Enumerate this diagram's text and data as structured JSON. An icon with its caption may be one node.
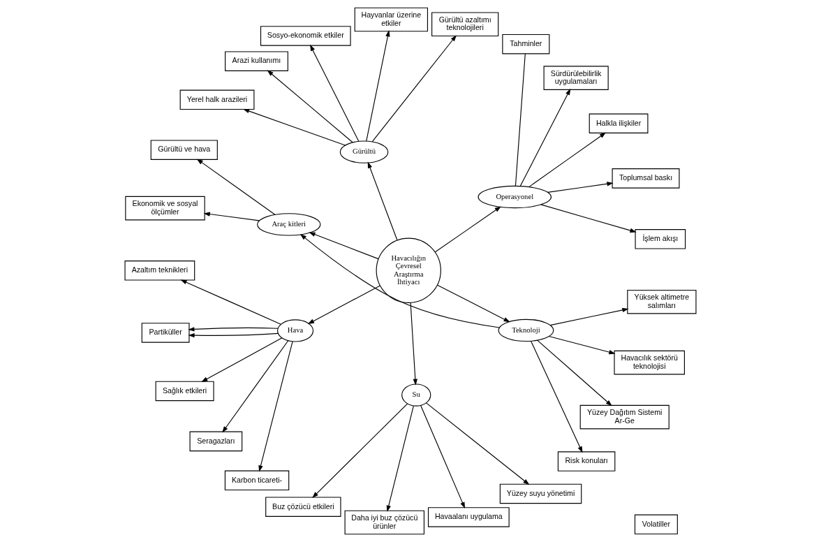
{
  "diagram": {
    "nodes": [
      {
        "text": [
          "Gürültü azaltımı teknolojileri"
        ]
      },
      {
        "text": [
          "İşlem akışı"
        ]
      },
      {
        "text": [
          "Hayvanlar üzerine etkiler"
        ]
      },
      {
        "text": [
          "Operasyonel"
        ]
      },
      {
        "text": [
          "Toplumsal baskı"
        ]
      },
      {
        "text": [
          "Sosyo-ekonomik etkiler"
        ]
      },
      {
        "text": [
          "Arazi kullanımı"
        ]
      },
      {
        "text": [
          "Halkla ilişkiler"
        ]
      },
      {
        "text": [
          "Yerel halk arazileri"
        ]
      },
      {
        "text": [
          "Havacılığın Çevresel Araştırma İhtiyacı"
        ]
      },
      {
        "text": [
          "Sürdürülebilirlik uygulamaları"
        ]
      },
      {
        "text": [
          "Gürültü"
        ]
      },
      {
        "text": [
          "Tahminler"
        ]
      },
      {
        "text": [
          "Araç kitleri"
        ]
      },
      {
        "text": [
          "Gürültü ve hava"
        ]
      },
      {
        "text": [
          "Azaltım teknikleri"
        ]
      },
      {
        "text": [
          "Hava"
        ]
      },
      {
        "text": [
          "Su"
        ]
      },
      {
        "text": [
          "Teknoloji"
        ]
      },
      {
        "text": [
          "Partiküller"
        ]
      },
      {
        "text": [
          "Ekonomik ve sosyal ölçümler"
        ]
      },
      {
        "text": [
          "Volatiller"
        ]
      },
      {
        "text": [
          "Risk konuları"
        ]
      },
      {
        "text": [
          "Sağlık etkileri"
        ]
      },
      {
        "text": [
          "Yüzey Dağıtım Sistemi Ar-Ge"
        ]
      },
      {
        "text": [
          "Buz çözücü etkileri"
        ]
      },
      {
        "text": [
          "Seragazları"
        ]
      },
      {
        "text": [
          "Daha iyi buz çözücü ürünler"
        ]
      },
      {
        "text": [
          "Havacılık sektörü teknolojisi"
        ]
      },
      {
        "text": [
          "Havaalanı uygulama"
        ]
      },
      {
        "text": [
          "Karbon ticareti-"
        ]
      },
      {
        "text": [
          "Yüksek altimetre salımları"
        ]
      },
      {
        "text": [
          "Yüzey suyu yönetimi"
        ]
      }
    ],
    "edges": [
      {
        "from": 9,
        "to": 11,
        "arrow": "to"
      },
      {
        "from": 9,
        "to": 3,
        "arrow": "to"
      },
      {
        "from": 9,
        "to": 13,
        "arrow": "to"
      },
      {
        "from": 9,
        "to": 18,
        "arrow": "to"
      },
      {
        "from": 9,
        "to": 17,
        "arrow": "to"
      },
      {
        "from": 9,
        "to": 16,
        "arrow": "to"
      },
      {
        "from": 11,
        "to": 8,
        "arrow": "to"
      },
      {
        "from": 11,
        "to": 6,
        "arrow": "to"
      },
      {
        "from": 11,
        "to": 2,
        "arrow": "to"
      },
      {
        "from": 11,
        "to": 5,
        "arrow": "to"
      },
      {
        "from": 11,
        "to": 0,
        "arrow": "to"
      },
      {
        "from": 3,
        "to": 1,
        "arrow": "to"
      },
      {
        "from": 3,
        "to": 4,
        "arrow": "to"
      },
      {
        "from": 3,
        "to": 7,
        "arrow": "to"
      },
      {
        "from": 3,
        "to": 10,
        "arrow": "to"
      },
      {
        "from": 3,
        "to": 12,
        "arrow": "none"
      },
      {
        "from": 13,
        "to": 14,
        "arrow": "to"
      },
      {
        "from": 13,
        "to": 20,
        "arrow": "to"
      },
      {
        "from": 18,
        "to": 13,
        "arrow": "to"
      },
      {
        "from": 18,
        "to": 22,
        "arrow": "to"
      },
      {
        "from": 18,
        "to": 24,
        "arrow": "to"
      },
      {
        "from": 18,
        "to": 28,
        "arrow": "to"
      },
      {
        "from": 18,
        "to": 31,
        "arrow": "to"
      },
      {
        "from": 17,
        "to": 25,
        "arrow": "to"
      },
      {
        "from": 17,
        "to": 27,
        "arrow": "to"
      },
      {
        "from": 17,
        "to": 29,
        "arrow": "to"
      },
      {
        "from": 17,
        "to": 32,
        "arrow": "to"
      },
      {
        "from": 16,
        "to": 15,
        "arrow": "to"
      },
      {
        "from": 16,
        "to": 19,
        "arrow": "to"
      },
      {
        "from": 16,
        "to": 19,
        "arrow": "to"
      },
      {
        "from": 16,
        "to": 23,
        "arrow": "to"
      },
      {
        "from": 16,
        "to": 26,
        "arrow": "to"
      },
      {
        "from": 16,
        "to": 30,
        "arrow": "to"
      }
    ]
  }
}
